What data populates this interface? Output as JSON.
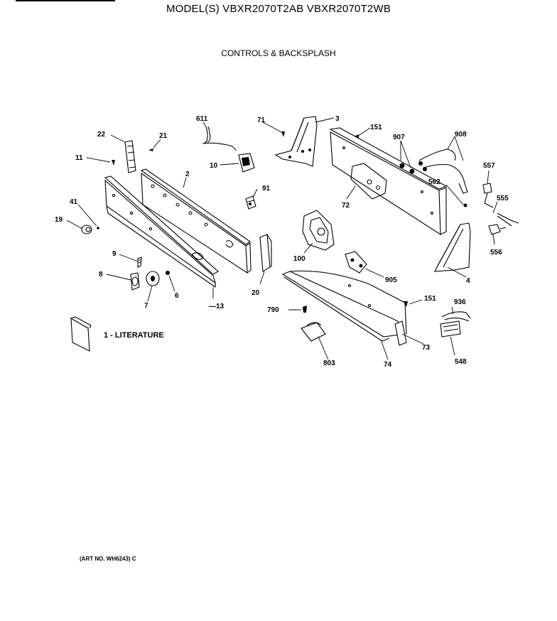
{
  "header": {
    "model_line": "MODEL(S) VBXR2070T2AB  VBXR2070T2WB",
    "section_title": "CONTROLS & BACKSPLASH"
  },
  "footer": {
    "art_no": "(ART NO. WH6243) C"
  },
  "literature": {
    "label": "1 - LITERATURE"
  },
  "callouts": {
    "p22": "22",
    "p21": "21",
    "p11": "11",
    "p2": "2",
    "p611": "611",
    "p10": "10",
    "p71": "71",
    "p3": "3",
    "p151a": "151",
    "p907": "907",
    "p908": "908",
    "p557": "557",
    "p562": "562",
    "p555": "555",
    "p556": "556",
    "p91": "91",
    "p41": "41",
    "p19": "19",
    "p72": "72",
    "p100": "100",
    "p9": "9",
    "p8": "8",
    "p7": "7",
    "p6": "6",
    "p13": "—13",
    "p20": "20",
    "p905": "905",
    "p4": "4",
    "p151b": "151",
    "p936": "936",
    "p790": "790",
    "p73": "73",
    "p803": "803",
    "p74": "74",
    "p548": "548"
  }
}
